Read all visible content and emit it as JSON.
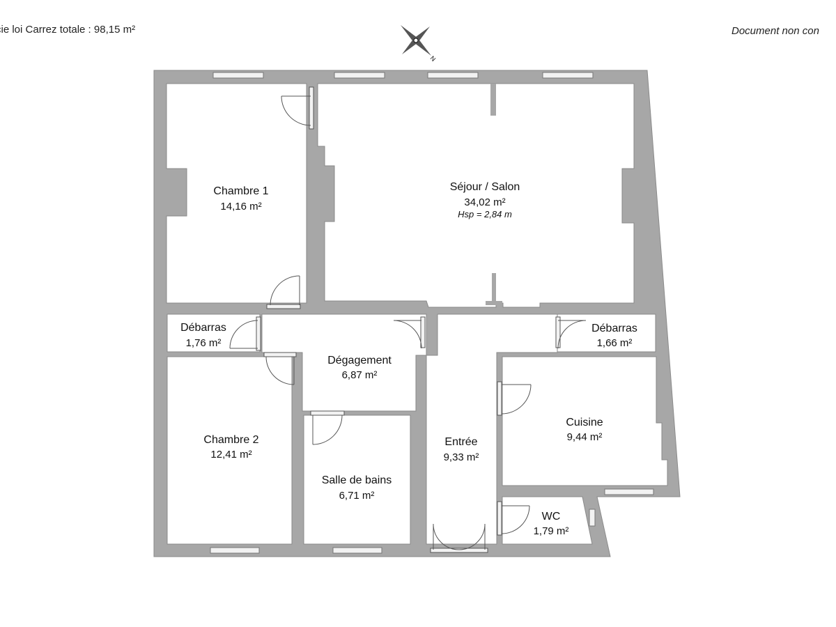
{
  "header": {
    "total_area": "cie loi Carrez totale :  98,15 m²",
    "disclaimer": "Document non con"
  },
  "compass": {
    "north_label": "N"
  },
  "rooms": {
    "chambre1": {
      "name": "Chambre 1",
      "area": "14,16 m²"
    },
    "sejour": {
      "name": "Séjour / Salon",
      "area": "34,02 m²",
      "height": "Hsp = 2,84 m"
    },
    "debarras_left": {
      "name": "Débarras",
      "area": "1,76 m²"
    },
    "debarras_right": {
      "name": "Débarras",
      "area": "1,66 m²"
    },
    "degagement": {
      "name": "Dégagement",
      "area": "6,87 m²"
    },
    "chambre2": {
      "name": "Chambre 2",
      "area": "12,41 m²"
    },
    "salle_de_bains": {
      "name": "Salle de bains",
      "area": "6,71 m²"
    },
    "entree": {
      "name": "Entrée",
      "area": "9,33 m²"
    },
    "cuisine": {
      "name": "Cuisine",
      "area": "9,44 m²"
    },
    "wc": {
      "name": "WC",
      "area": "1,79 m²"
    }
  },
  "colors": {
    "wall": "#a7a7a7",
    "wall_stroke": "#8a8a8a",
    "floor": "#ffffff",
    "window": "#cfcfcf"
  }
}
